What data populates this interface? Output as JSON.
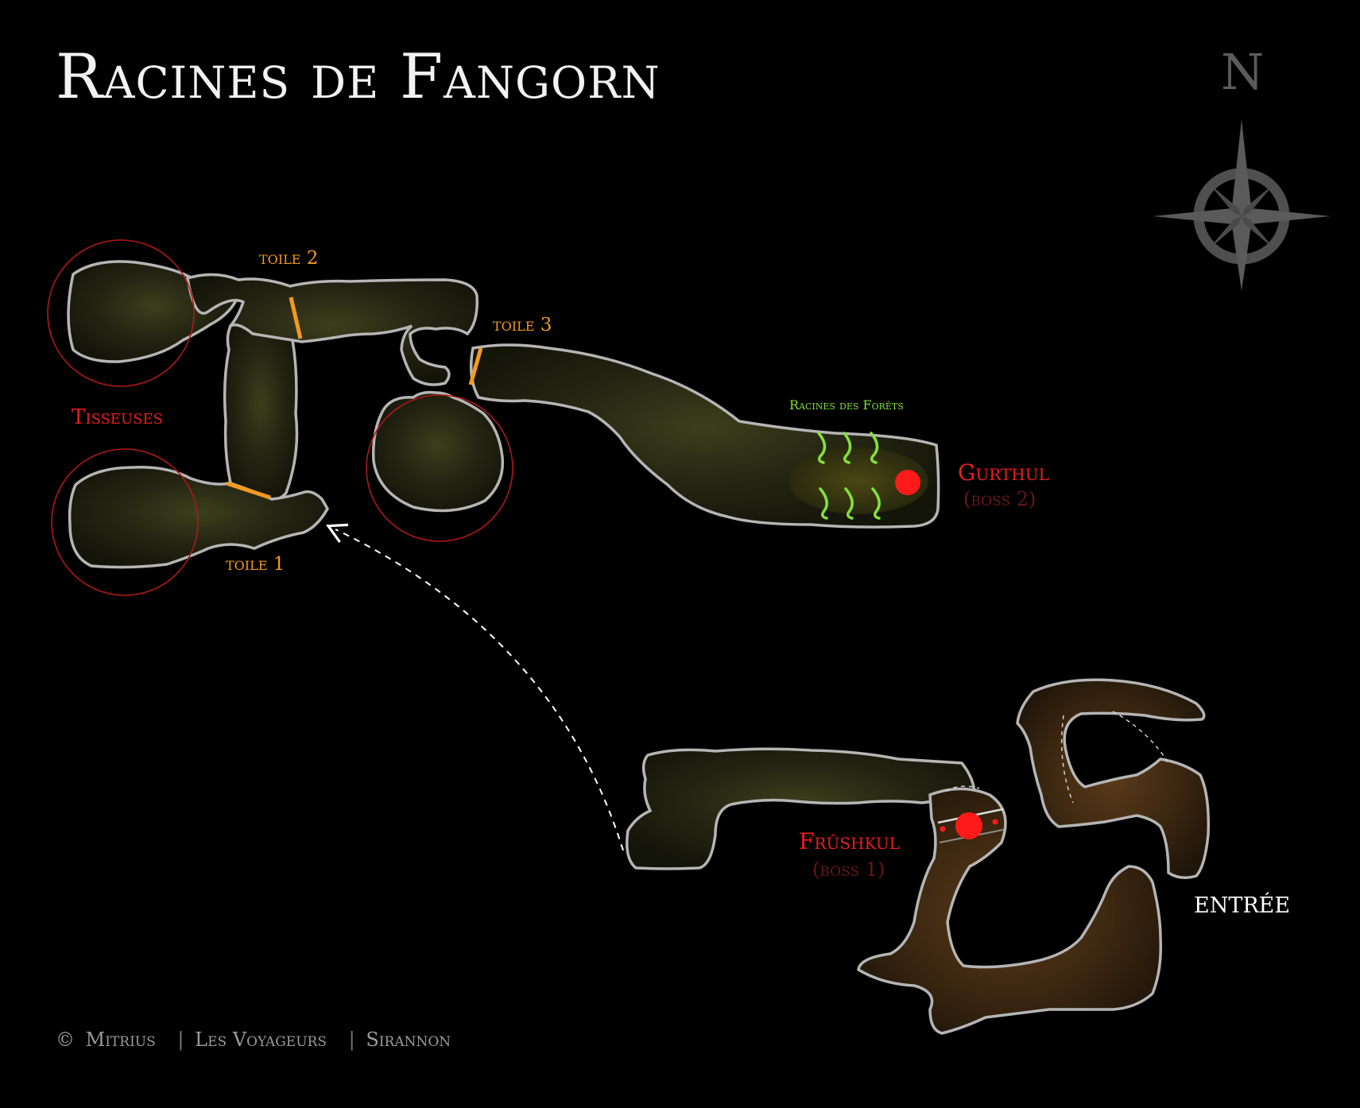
{
  "title": "Racines de Fangorn",
  "compass": {
    "north_label": "N",
    "icon": "compass-rose-icon",
    "color": "#5b5b5b"
  },
  "labels": {
    "toile1": "toile 1",
    "toile2": "toile 2",
    "toile3": "toile 3",
    "tisseuses": "Tisseuses",
    "racines": "Racines des Forêts",
    "boss2_name": "Gurthul",
    "boss2_tag": "(boss 2)",
    "boss1_name": "Frûshkul",
    "boss1_tag": "(boss 1)",
    "entree": "ENTRÉE"
  },
  "credits": {
    "copyright": "©",
    "author": "Mitrius",
    "guild": "Les Voyageurs",
    "server": "Sirannon"
  },
  "colors": {
    "background": "#000000",
    "cave_outline": "#b5b5b5",
    "web_marker": "#f39a1e",
    "boss_marker": "#ff1a1a",
    "weaver_circle": "#b01818",
    "roots_icon": "#84e03a",
    "path_arrow": "#ffffff"
  }
}
